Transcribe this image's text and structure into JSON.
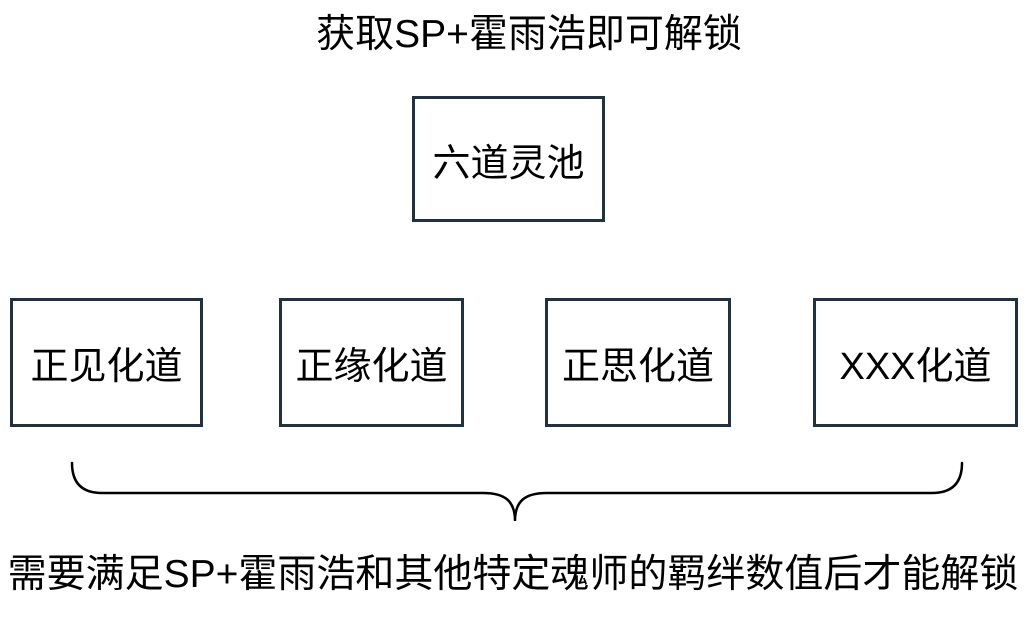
{
  "title": "获取SP+霍雨浩即可解锁",
  "root_node": {
    "label": "六道灵池"
  },
  "child_nodes": [
    {
      "label": "正见化道"
    },
    {
      "label": "正缘化道"
    },
    {
      "label": "正思化道"
    },
    {
      "label": "XXX化道"
    }
  ],
  "footnote": "需要满足SP+霍雨浩和其他特定魂师的羁绊数值后才能解锁",
  "colors": {
    "background": "#ffffff",
    "text": "#000000",
    "box_border": "#203142",
    "brace": "#000000"
  }
}
